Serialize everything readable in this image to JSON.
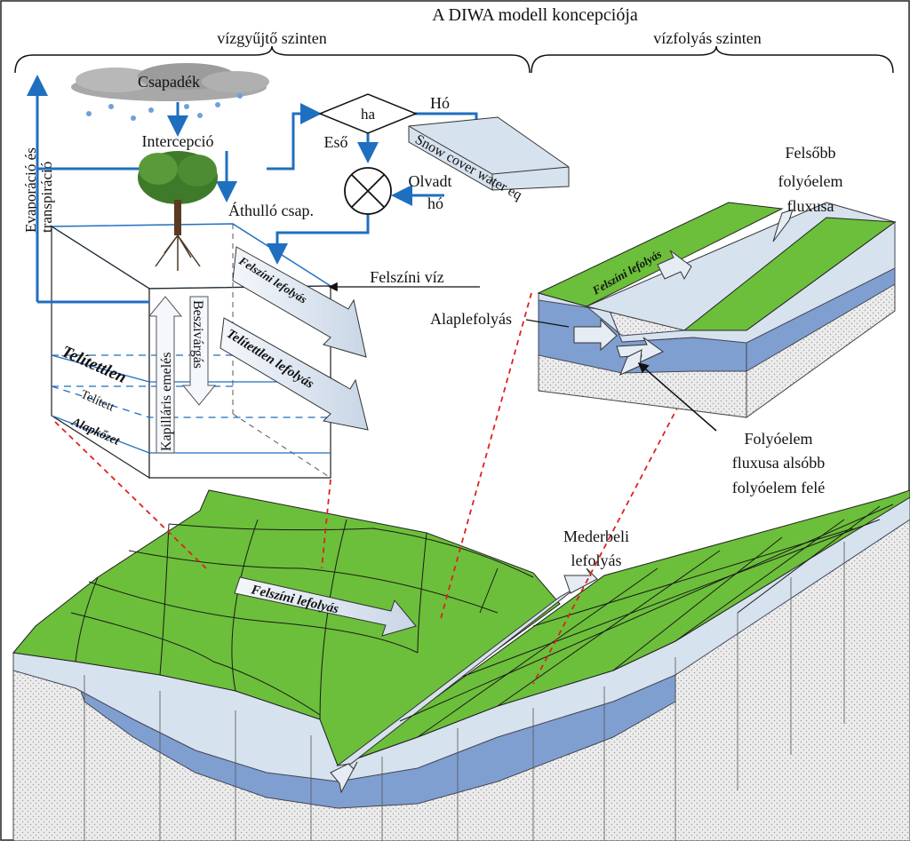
{
  "title": "A DIWA modell koncepciója",
  "levels": {
    "catchment": "vízgyűjtő szinten",
    "stream": "vízfolyás szinten"
  },
  "labels": {
    "precipitation": "Csapadék",
    "evapotranspiration_line1": "Evaporáció és",
    "evapotranspiration_line2": "transpiráció",
    "interception": "Intercepció",
    "throughfall": "Áthulló csap.",
    "condition": "ha",
    "snow": "Hó",
    "rain": "Eső",
    "snow_cover": "Snow cover water eq",
    "melted_line1": "Olvadt",
    "melted_line2": "hó",
    "surface_water": "Felszíni víz",
    "surface_runoff": "Felszíni lefolyás",
    "unsaturated_runoff": "Telítettlen lefolyás",
    "capillary_rise": "Kapilláris emelés",
    "infiltration": "Beszivárgás",
    "unsaturated": "Telítettlen",
    "saturated": "Telített",
    "bedrock": "Alapkőzet",
    "upstream_flux_line1": "Felsőbb",
    "upstream_flux_line2": "folyóelem",
    "upstream_flux_line3": "fluxusa",
    "stream_surface_runoff": "Felszíni lefolyás",
    "baseflow": "Alaplefolyás",
    "downstream_flux_line1": "Folyóelem",
    "downstream_flux_line2": "fluxusa alsóbb",
    "downstream_flux_line3": "folyóelem felé",
    "channel_runoff_line1": "Mederbeli",
    "channel_runoff_line2": "lefolyás",
    "landscape_surface_runoff": "Felszíni lefolyás"
  },
  "colors": {
    "grass": "#6cbf3a",
    "soil_light": "#d6e2ee",
    "soil_blue": "#7f9fd0",
    "bedrock": "#e6e6e6",
    "flow_arrow": "#1f6fc0",
    "cut_line": "#e02020",
    "cloud": "#a8a8a8"
  }
}
